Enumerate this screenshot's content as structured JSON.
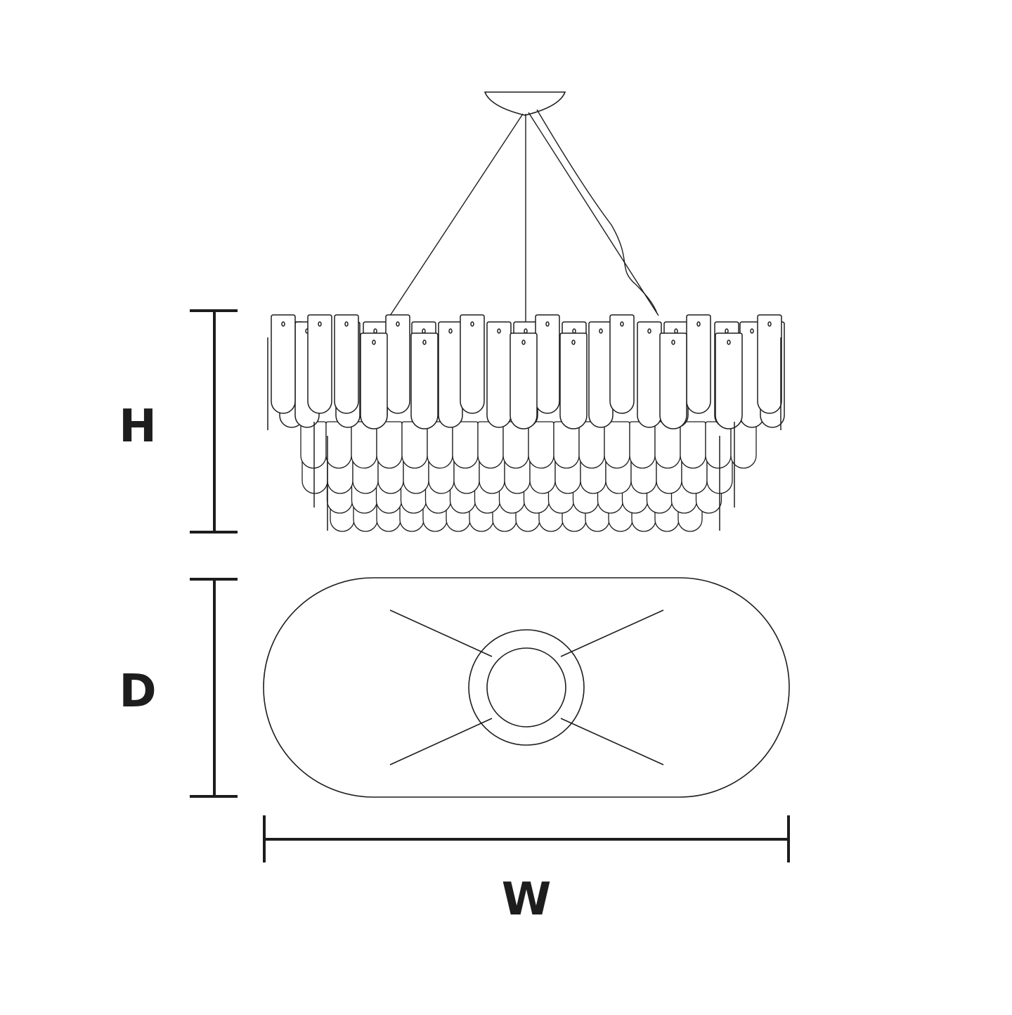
{
  "diagram": {
    "line_color": "#1d1d1d",
    "background": "#ffffff",
    "dimensions": {
      "height_label": "H",
      "depth_label": "D",
      "width_label": "W"
    },
    "views": [
      {
        "name": "front-elevation",
        "icon": "chandelier-front-icon"
      },
      {
        "name": "top-plan",
        "icon": "chandelier-plan-icon"
      }
    ]
  }
}
